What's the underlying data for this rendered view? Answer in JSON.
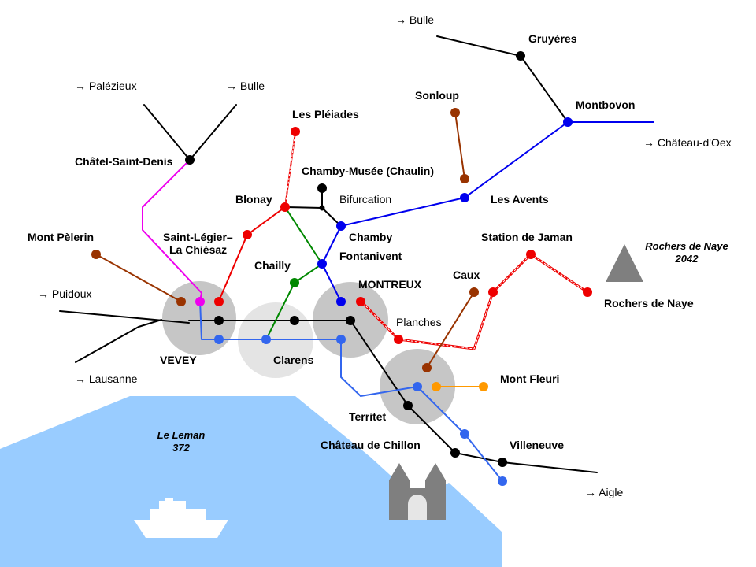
{
  "lake": {
    "name": "Le Leman",
    "altitude": "372",
    "color": "#99ccff"
  },
  "mountain": {
    "name": "Rochers de Naye",
    "altitude": "2042"
  },
  "colors": {
    "black": "#000000",
    "red": "#ee0000",
    "blue": "#0000ee",
    "light_blue": "#3366ee",
    "green": "#008800",
    "brown": "#993300",
    "magenta": "#ee00ee",
    "orange": "#ff9900"
  },
  "destinations": {
    "bulle_top": "→ Bulle",
    "palezieux": "→ Palézieux",
    "bulle_left": "→ Bulle",
    "chateau_doex": "→ Château-d'Oex",
    "puidoux": "→ Puidoux",
    "lausanne": "→ Lausanne",
    "aigle": "→ Aigle"
  },
  "stations": {
    "gruyeres": "Gruyères",
    "montbovon": "Montbovon",
    "les_avents": "Les Avents",
    "sonloup": "Sonloup",
    "chatel_saint_denis": "Châtel-Saint-Denis",
    "les_pleiades": "Les Pléiades",
    "chamby_musee": "Chamby-Musée (Chaulin)",
    "blonay": "Blonay",
    "bifurcation": "Bifurcation",
    "chamby": "Chamby",
    "fontanivent": "Fontanivent",
    "mont_pelerin": "Mont Pèlerin",
    "saint_legier_1": "Saint-Légier–",
    "saint_legier_2": "La Chiésaz",
    "chailly": "Chailly",
    "montreux": "MONTREUX",
    "station_jaman": "Station de Jaman",
    "caux": "Caux",
    "rochers_naye": "Rochers de Naye",
    "planches": "Planches",
    "vevey": "VEVEY",
    "clarens": "Clarens",
    "mont_fleuri": "Mont Fleuri",
    "territet": "Territet",
    "chateau_chillon": "Château de Chillon",
    "villeneuve": "Villeneuve"
  }
}
